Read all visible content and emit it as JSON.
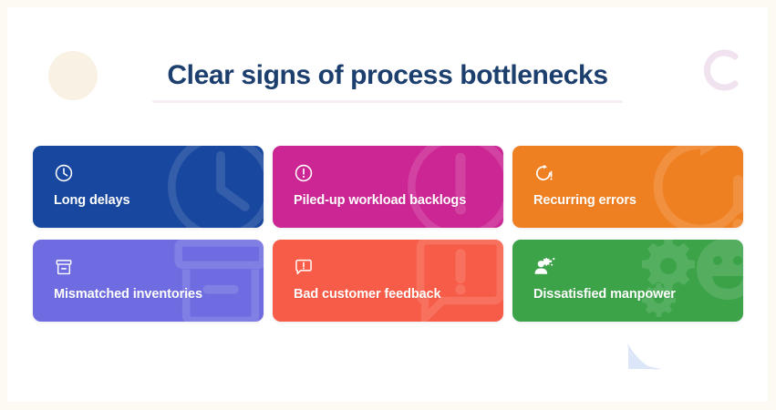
{
  "canvas": {
    "frame_color": "#fdfaf3",
    "background_color": "#ffffff"
  },
  "header": {
    "title": "Clear signs of process bottlenecks",
    "title_color": "#1c3f6e",
    "underline_color": "#f6eef4"
  },
  "decorations": [
    {
      "name": "beige-circle",
      "shape": "circle",
      "color": "#f9efe1"
    },
    {
      "name": "pink-arc",
      "shape": "arc",
      "color": "#f2e4f0"
    },
    {
      "name": "blue-leaf",
      "shape": "quarter-circle",
      "color": "#dde6f8"
    }
  ],
  "cards": [
    {
      "label": "Long delays",
      "color": "#17479e",
      "icon": "clock-icon",
      "watermark": "clock-watermark"
    },
    {
      "label": "Piled-up workload backlogs",
      "color": "#cc2694",
      "icon": "exclamation-circle-icon",
      "watermark": "exclamation-circle-watermark"
    },
    {
      "label": "Recurring errors",
      "color": "#ef8022",
      "icon": "refresh-alert-icon",
      "watermark": "refresh-alert-watermark"
    },
    {
      "label": "Mismatched inventories",
      "color": "#6e6ce0",
      "icon": "inventory-box-icon",
      "watermark": "inventory-box-watermark"
    },
    {
      "label": "Bad customer feedback",
      "color": "#f65c47",
      "icon": "chat-alert-icon",
      "watermark": "chat-alert-watermark"
    },
    {
      "label": "Dissatisfied manpower",
      "color": "#3ca349",
      "icon": "person-gear-icon",
      "watermark": "person-gear-watermark"
    }
  ]
}
